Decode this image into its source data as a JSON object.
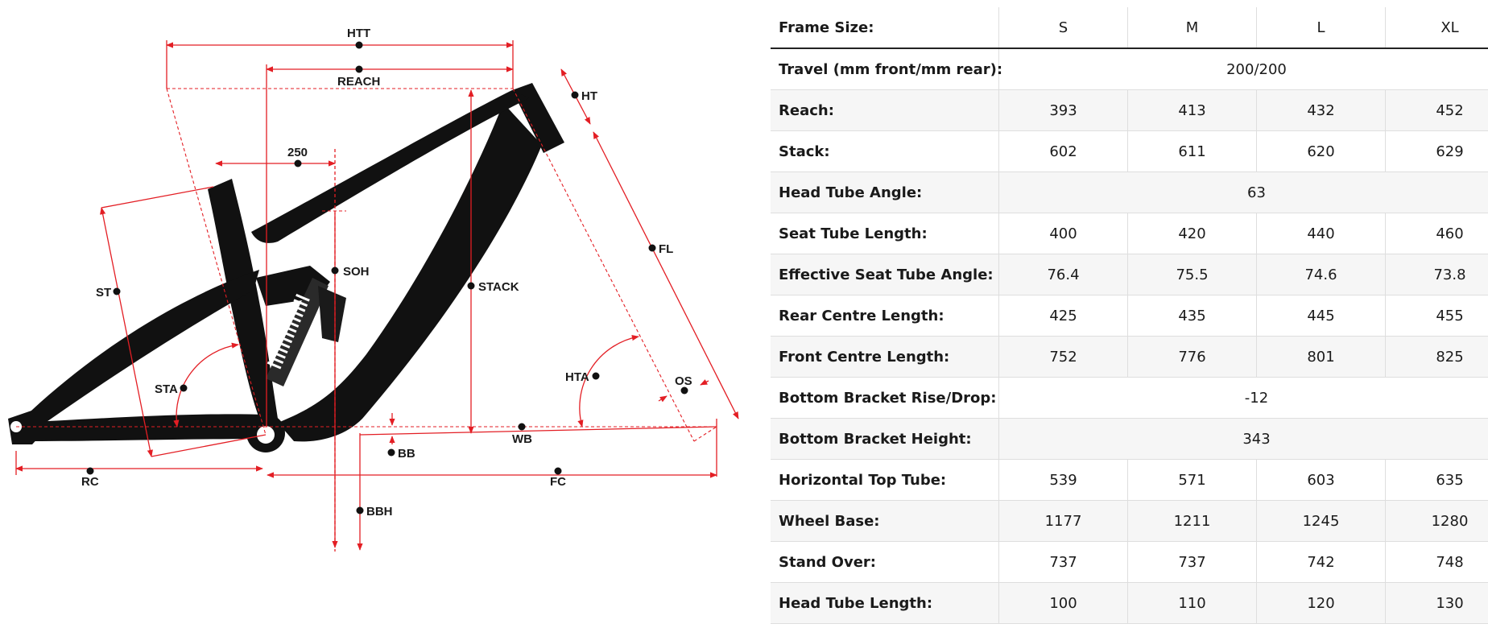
{
  "diagram": {
    "labels": {
      "htt": "HTT",
      "reach": "REACH",
      "ht": "HT",
      "dim250": "250",
      "fl": "FL",
      "soh": "SOH",
      "stack": "STACK",
      "st": "ST",
      "sta": "STA",
      "hta": "HTA",
      "os": "OS",
      "wb": "WB",
      "bb": "BB",
      "rc": "RC",
      "fc": "FC",
      "bbh": "BBH"
    },
    "colors": {
      "dimension": "#e31e24",
      "frame": "#111111",
      "label": "#1a1a1a"
    }
  },
  "table": {
    "header": {
      "label": "Frame Size:",
      "sizes": [
        "S",
        "M",
        "L",
        "XL"
      ]
    },
    "rows": [
      {
        "label": "Travel (mm front/mm rear):",
        "span": "200/200"
      },
      {
        "label": "Reach:",
        "values": [
          "393",
          "413",
          "432",
          "452"
        ]
      },
      {
        "label": "Stack:",
        "values": [
          "602",
          "611",
          "620",
          "629"
        ]
      },
      {
        "label": "Head Tube Angle:",
        "span": "63"
      },
      {
        "label": "Seat Tube Length:",
        "values": [
          "400",
          "420",
          "440",
          "460"
        ]
      },
      {
        "label": "Effective Seat Tube Angle:",
        "values": [
          "76.4",
          "75.5",
          "74.6",
          "73.8"
        ]
      },
      {
        "label": "Rear Centre Length:",
        "values": [
          "425",
          "435",
          "445",
          "455"
        ]
      },
      {
        "label": "Front Centre Length:",
        "values": [
          "752",
          "776",
          "801",
          "825"
        ]
      },
      {
        "label": "Bottom Bracket Rise/Drop:",
        "span": "-12"
      },
      {
        "label": "Bottom Bracket Height:",
        "span": "343"
      },
      {
        "label": "Horizontal Top Tube:",
        "values": [
          "539",
          "571",
          "603",
          "635"
        ]
      },
      {
        "label": "Wheel Base:",
        "values": [
          "1177",
          "1211",
          "1245",
          "1280"
        ]
      },
      {
        "label": "Stand Over:",
        "values": [
          "737",
          "737",
          "742",
          "748"
        ]
      },
      {
        "label": "Head Tube Length:",
        "values": [
          "100",
          "110",
          "120",
          "130"
        ]
      }
    ]
  }
}
